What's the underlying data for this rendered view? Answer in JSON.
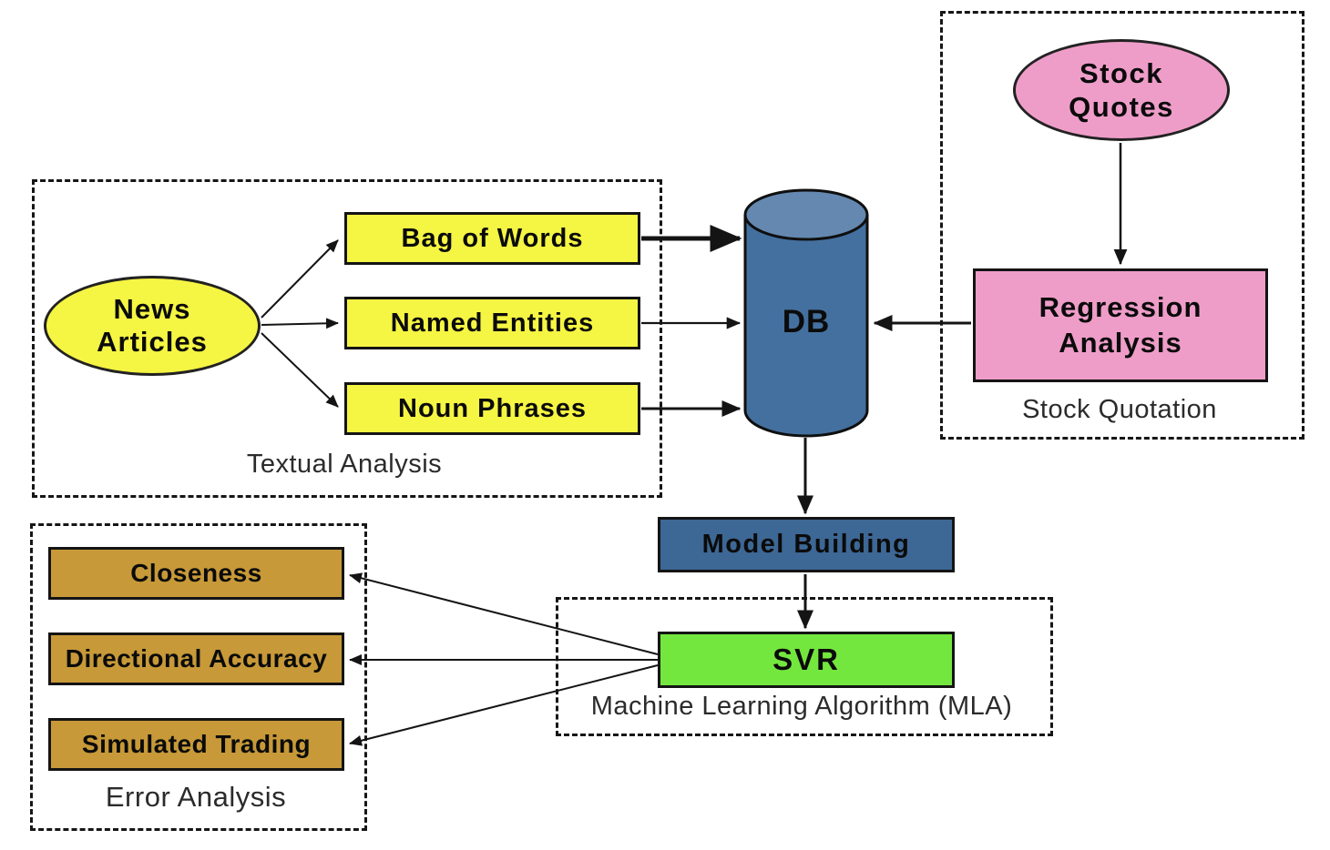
{
  "groups": {
    "textual_analysis": {
      "label": "Textual Analysis",
      "news_articles": "News Articles",
      "features": [
        "Bag of Words",
        "Named Entities",
        "Noun Phrases"
      ]
    },
    "stock_quotation": {
      "label": "Stock Quotation",
      "stock_quotes": "Stock Quotes",
      "regression_analysis": "Regression Analysis"
    },
    "machine_learning": {
      "label": "Machine Learning Algorithm (MLA)",
      "svr": "SVR"
    },
    "error_analysis": {
      "label": "Error Analysis",
      "metrics": [
        "Closeness",
        "Directional Accuracy",
        "Simulated Trading"
      ]
    }
  },
  "nodes": {
    "db": "DB",
    "model_building": "Model Building"
  },
  "edges": [
    {
      "from": "News Articles",
      "to": "Bag of Words"
    },
    {
      "from": "News Articles",
      "to": "Named Entities"
    },
    {
      "from": "News Articles",
      "to": "Noun Phrases"
    },
    {
      "from": "Bag of Words",
      "to": "DB"
    },
    {
      "from": "Named Entities",
      "to": "DB"
    },
    {
      "from": "Noun Phrases",
      "to": "DB"
    },
    {
      "from": "Stock Quotes",
      "to": "Regression Analysis"
    },
    {
      "from": "Regression Analysis",
      "to": "DB"
    },
    {
      "from": "DB",
      "to": "Model Building"
    },
    {
      "from": "Model Building",
      "to": "SVR"
    },
    {
      "from": "SVR",
      "to": "Closeness"
    },
    {
      "from": "SVR",
      "to": "Directional Accuracy"
    },
    {
      "from": "SVR",
      "to": "Simulated Trading"
    }
  ],
  "colors": {
    "yellow": "#f5f543",
    "pink": "#ee9dc8",
    "db_blue": "#44709f",
    "db_blue_top": "#6488b0",
    "model_blue": "#3d6795",
    "green": "#74e73e",
    "gold": "#c79938",
    "border": "#141414"
  }
}
